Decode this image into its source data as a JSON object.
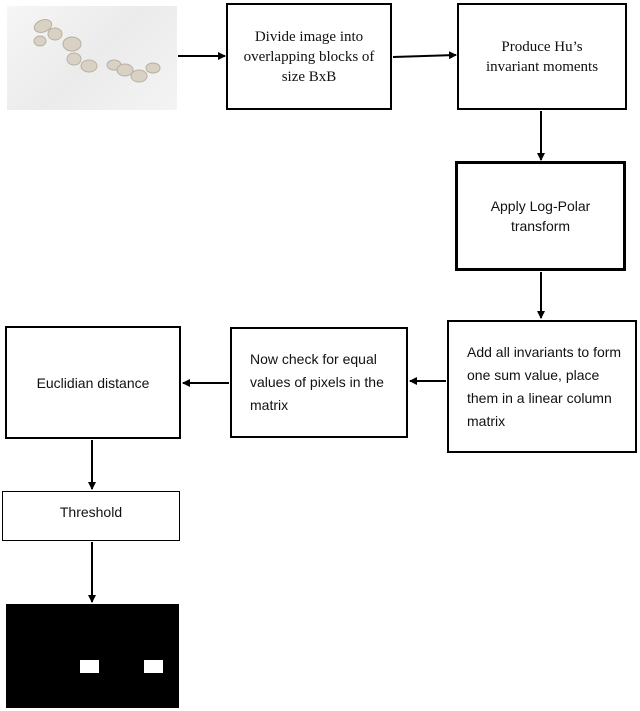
{
  "steps": {
    "divide": "Divide image into overlapping blocks of size BxB",
    "hu": "Produce Hu’s invariant moments",
    "logpolar": "Apply Log-Polar transform",
    "add": "Add all invariants to form one sum value, place them in a linear column matrix",
    "check": "Now check for equal values of pixels in the matrix",
    "euclidian": "Euclidian distance",
    "threshold": "Threshold"
  },
  "colors": {
    "stroke": "#000000",
    "background": "#ffffff"
  },
  "images": {
    "input": "input-photo-of-pills",
    "output": "detection-mask-with-two-white-regions"
  }
}
